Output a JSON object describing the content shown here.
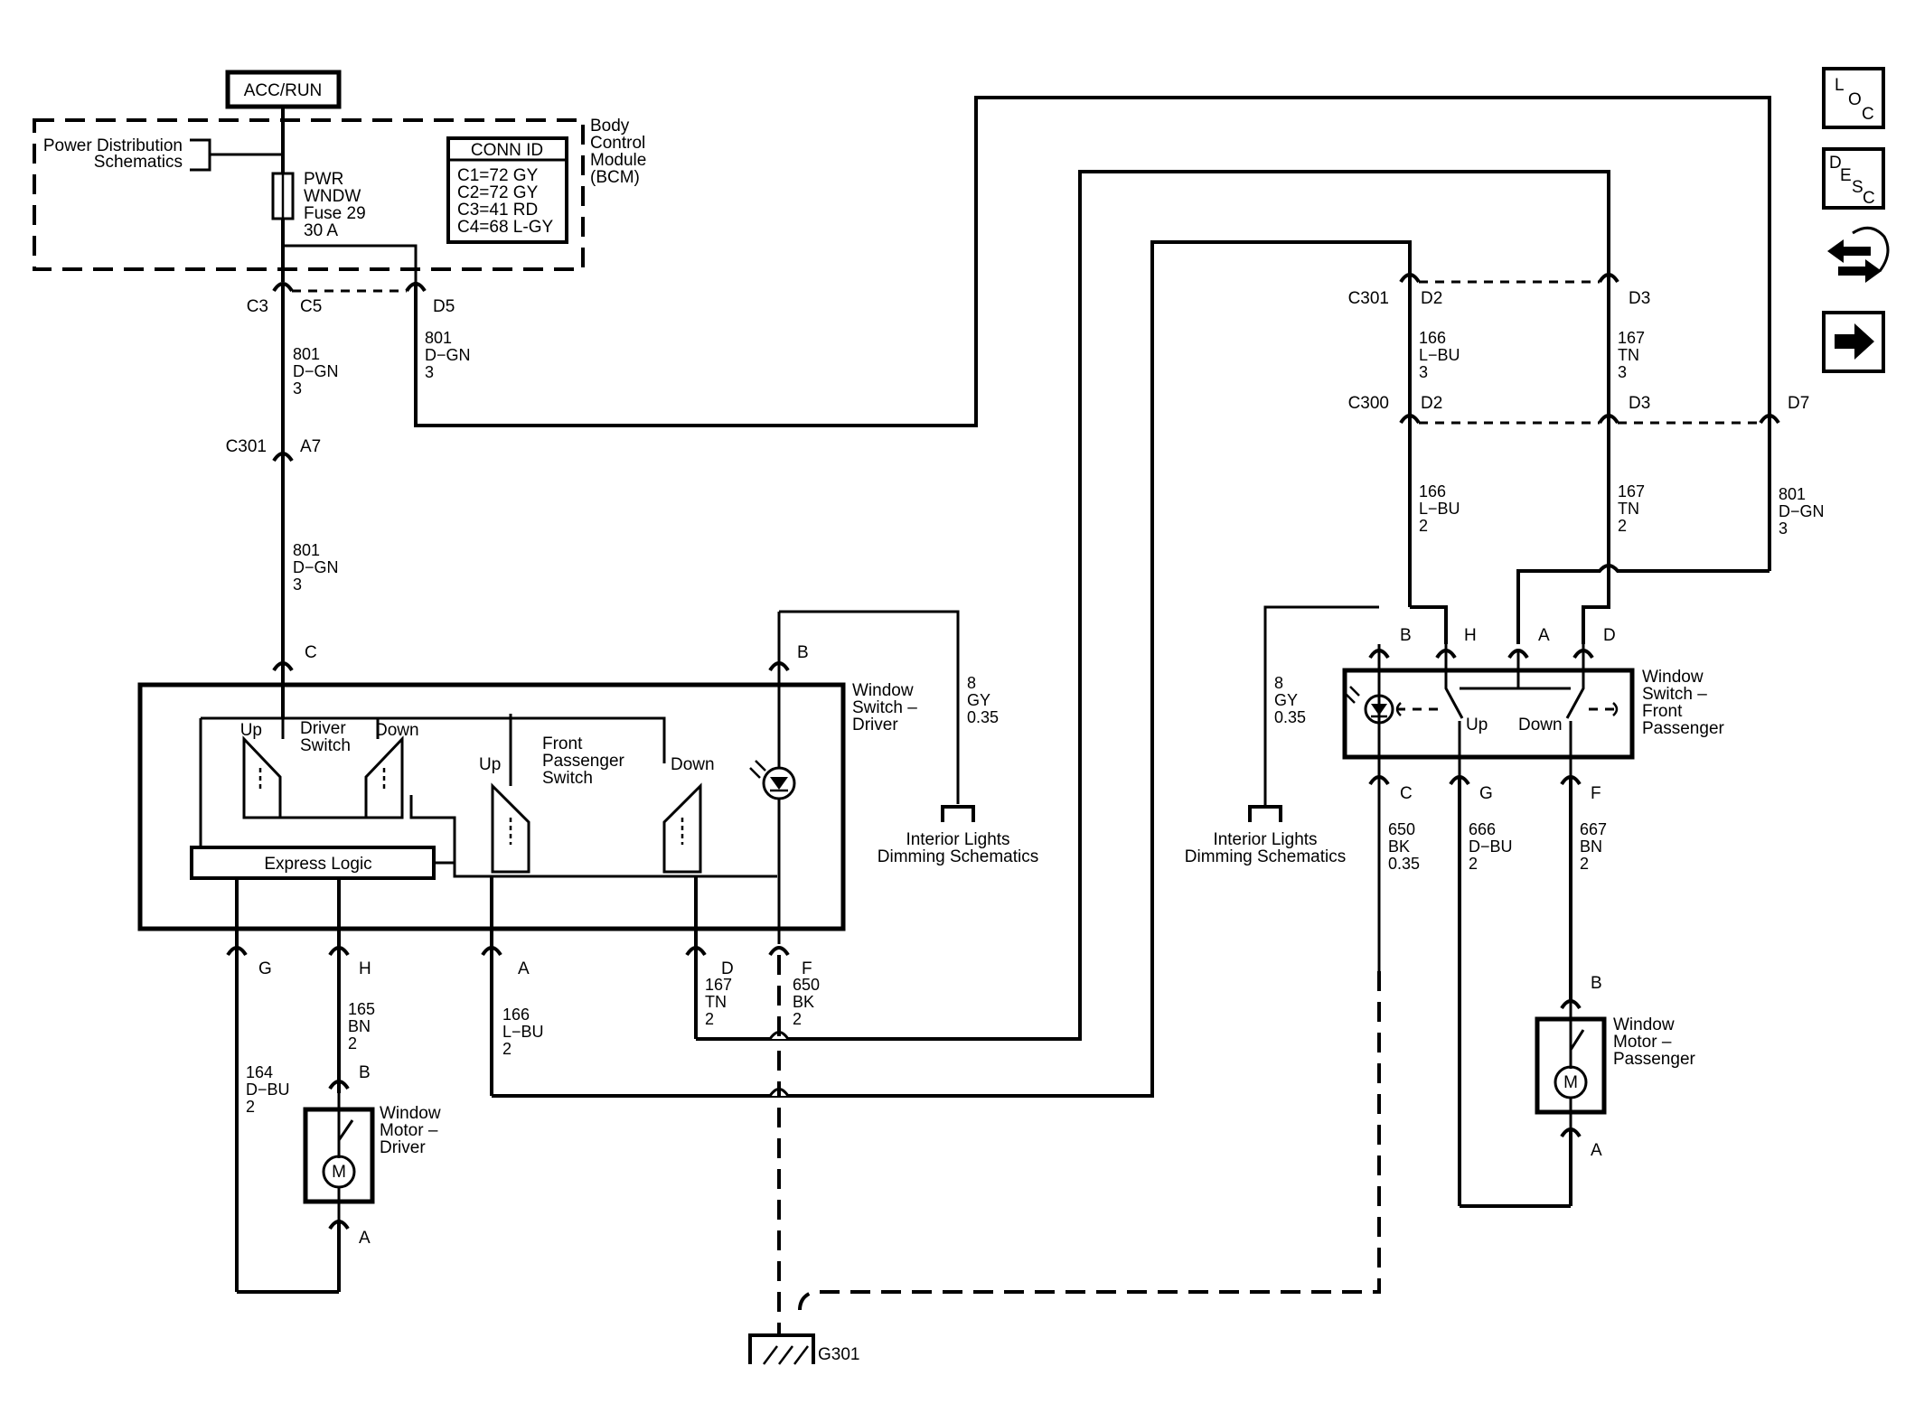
{
  "power": {
    "acc_run": "ACC/RUN",
    "pds_line1": "Power Distribution",
    "pds_line2": "Schematics"
  },
  "bcm": {
    "label": [
      "Body",
      "Control",
      "Module",
      "(BCM)"
    ],
    "fuse": [
      "PWR",
      "WNDW",
      "Fuse 29",
      "30 A"
    ],
    "conn_id_title": "CONN ID",
    "conn_id": [
      "C1=72 GY",
      "C2=72 GY",
      "C3=41 RD",
      "C4=68 L-GY"
    ]
  },
  "connectors": {
    "c3": "C3",
    "c5": "C5",
    "d5": "D5",
    "c301": "C301",
    "a7": "A7",
    "c301_right": "C301",
    "d2_top": "D2",
    "d3_top": "D3",
    "c300": "C300",
    "d2_mid": "D2",
    "d3_mid": "D3",
    "d7": "D7",
    "drv_c": "C",
    "drv_b": "B",
    "drv_g": "G",
    "drv_h": "H",
    "drv_a": "A",
    "drv_d": "D",
    "drv_f": "F",
    "motor_drv_b": "B",
    "motor_drv_a": "A",
    "pass_b": "B",
    "pass_h": "H",
    "pass_a": "A",
    "pass_d": "D",
    "pass_c": "C",
    "pass_g": "G",
    "pass_f": "F",
    "motor_pass_b": "B",
    "motor_pass_a": "A",
    "g301": "G301"
  },
  "wires": {
    "w801_a": [
      "801",
      "D−GN",
      "3"
    ],
    "w801_b": [
      "801",
      "D−GN",
      "3"
    ],
    "w801_c": [
      "801",
      "D−GN",
      "3"
    ],
    "w801_d": [
      "801",
      "D−GN",
      "3"
    ],
    "w166_top": [
      "166",
      "L−BU",
      "3"
    ],
    "w167_top": [
      "167",
      "TN",
      "3"
    ],
    "w166_mid": [
      "166",
      "L−BU",
      "2"
    ],
    "w167_mid": [
      "167",
      "TN",
      "2"
    ],
    "w8_left": [
      "8",
      "GY",
      "0.35"
    ],
    "w8_right": [
      "8",
      "GY",
      "0.35"
    ],
    "w164": [
      "164",
      "D−BU",
      "2"
    ],
    "w165": [
      "165",
      "BN",
      "2"
    ],
    "w166_drv": [
      "166",
      "L−BU",
      "2"
    ],
    "w167_drv": [
      "167",
      "TN",
      "2"
    ],
    "w650_drv": [
      "650",
      "BK",
      "2"
    ],
    "w650_pass": [
      "650",
      "BK",
      "0.35"
    ],
    "w666": [
      "666",
      "D−BU",
      "2"
    ],
    "w667": [
      "667",
      "BN",
      "2"
    ]
  },
  "components": {
    "drv_switch": [
      "Window",
      "Switch –",
      "Driver"
    ],
    "driver_switch": [
      "Driver",
      "Switch"
    ],
    "up_1": "Up",
    "down_1": "Down",
    "fp_switch": [
      "Front",
      "Passenger",
      "Switch"
    ],
    "up_2": "Up",
    "down_2": "Down",
    "express_logic": "Express Logic",
    "pass_switch": [
      "Window",
      "Switch –",
      "Front",
      "Passenger"
    ],
    "up_3": "Up",
    "down_3": "Down",
    "motor_drv": [
      "Window",
      "Motor –",
      "Driver"
    ],
    "motor_pass": [
      "Window",
      "Motor –",
      "Passenger"
    ],
    "motor_m": "M",
    "ild_left": [
      "Interior Lights",
      "Dimming Schematics"
    ],
    "ild_right": [
      "Interior Lights",
      "Dimming Schematics"
    ]
  },
  "side_icons": [
    "loc-icon",
    "desc-icon",
    "connector-icon",
    "next-arrow-icon"
  ],
  "side_text": {
    "loc": [
      "L",
      "O",
      "C"
    ],
    "desc": [
      "D",
      "E",
      "S",
      "C"
    ]
  }
}
